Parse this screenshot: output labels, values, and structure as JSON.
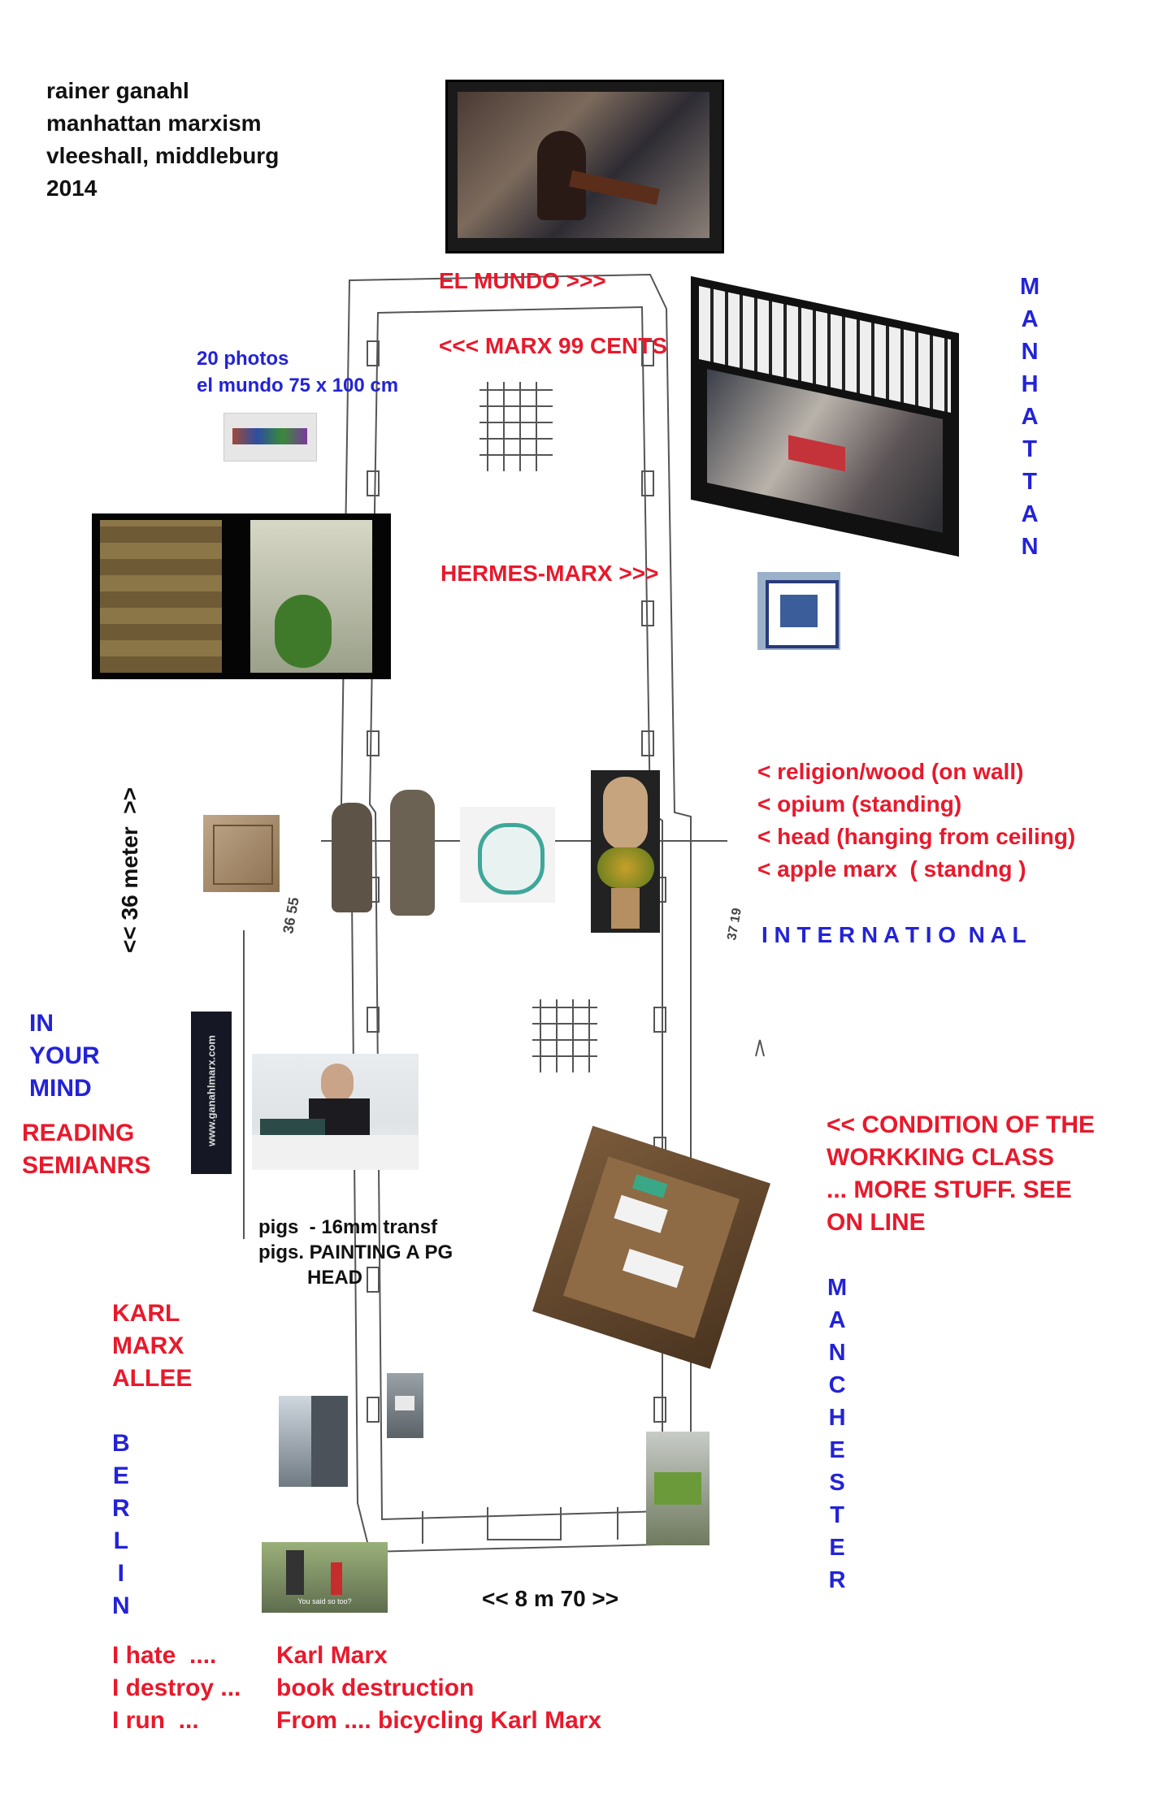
{
  "header": {
    "lines": [
      "rainer  ganahl",
      "manhattan marxism",
      "vleeshall, middleburg",
      "2014"
    ]
  },
  "labels": {
    "el_mundo": "EL MUNDO  >>>",
    "marx99": "<<< MARX 99 CENTS",
    "photos_note": [
      "20 photos",
      "el mundo 75 x 100 cm"
    ],
    "hermes": "HERMES-MARX  >>>",
    "manhattan": [
      "M",
      "A",
      "N",
      "H",
      "A",
      "T",
      "T",
      "A",
      "N"
    ],
    "objects": [
      "< religion/wood (on wall)",
      "< opium (standing)",
      "< head (hanging from ceiling)",
      "< apple marx  ( standng )"
    ],
    "international": "I N T E R N A T I O  N A L",
    "meter36": "<< 36 meter  >>",
    "in_your_mind": [
      "IN",
      "YOUR",
      "MIND"
    ],
    "reading": [
      "READING",
      "SEMIANRS"
    ],
    "ganahlmarx": "www.ganahlmarx.com",
    "pigs": [
      "pigs  - 16mm transf",
      "pigs. PAINTING A PG",
      "         HEAD"
    ],
    "condition": [
      "<< CONDITION OF THE",
      "WORKKING CLASS",
      "... MORE STUFF. SEE",
      "ON LINE"
    ],
    "manchester": [
      "M",
      "A",
      "N",
      "C",
      "H",
      "E",
      "S",
      "T",
      "E",
      "R"
    ],
    "karl_marx_allee": [
      "KARL",
      "MARX",
      "ALLEE"
    ],
    "berlin": [
      "B",
      "E",
      "R",
      "L",
      "I",
      "N"
    ],
    "meter870": "<< 8 m 70 >>",
    "bottom_left": [
      "I hate  ....",
      "I destroy ...",
      "I run  ..."
    ],
    "bottom_right": [
      "Karl Marx",
      "book destruction",
      "From .... bicycling Karl Marx"
    ],
    "plan_dims": [
      "36 55",
      "37 19"
    ],
    "subtitle": "You said so too?"
  },
  "colors": {
    "red": "#e8192c",
    "blue": "#2323d6",
    "black": "#111111"
  }
}
